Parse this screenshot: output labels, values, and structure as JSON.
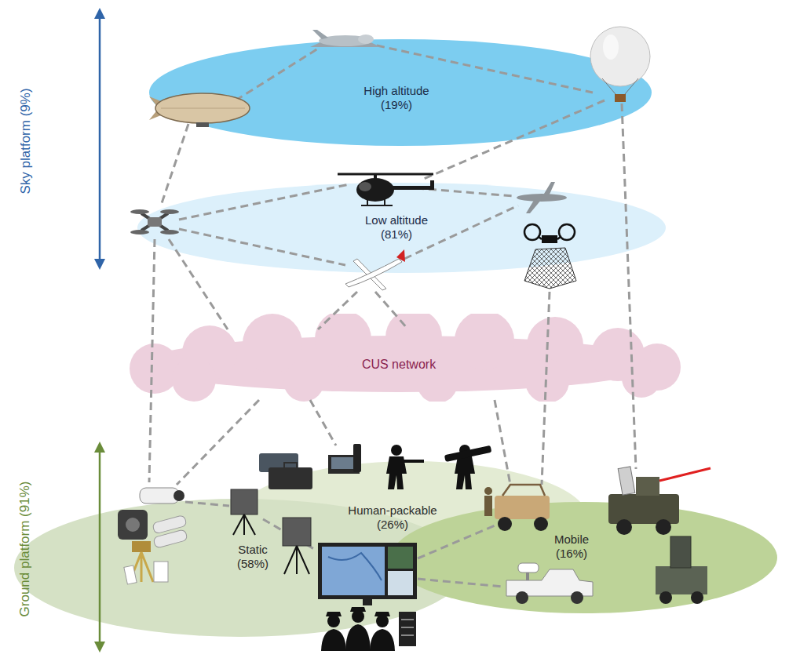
{
  "diagram": {
    "nodes": [
      {
        "text": [
          "High altitude (19%)"
        ]
      },
      {
        "text": [
          "Low altitude (81%)"
        ]
      },
      {
        "text": [
          "CUS network"
        ]
      },
      {
        "text": [
          "Human-packable (26%)"
        ]
      },
      {
        "text": [
          "Static (58%)"
        ]
      },
      {
        "text": [
          "Mobile (16%)"
        ]
      }
    ],
    "labels": [
      "Sky platform (9%)",
      "Ground platform (91%)"
    ]
  }
}
